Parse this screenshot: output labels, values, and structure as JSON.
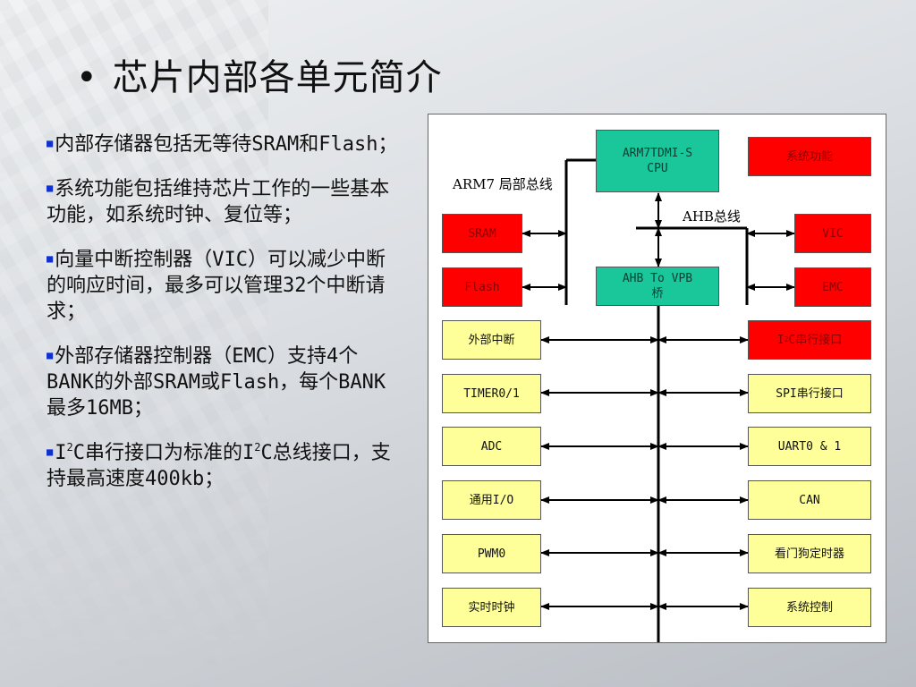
{
  "slide": {
    "bullet_symbol": "•",
    "title": "芯片内部各单元简介"
  },
  "bullets": [
    {
      "text": "内部存储器包括无等待SRAM和Flash；"
    },
    {
      "text": "系统功能包括维持芯片工作的一些基本功能，如系统时钟、复位等；"
    },
    {
      "text": "向量中断控制器（VIC）可以减少中断的响应时间，最多可以管理32个中断请求；"
    },
    {
      "text": "外部存储器控制器（EMC）支持4个BANK的外部SRAM或Flash，每个BANK最多16MB；"
    },
    {
      "pre": "I",
      "sup": "2",
      "mid": "C串行接口为标准的I",
      "sup2": "2",
      "post": "C总线接口，支持最高速度400kb；"
    }
  ],
  "colors": {
    "red": "#ff0000",
    "green": "#19c79b",
    "yellow": "#ffff99",
    "bullet_mark": "#1030d0"
  },
  "diagram": {
    "labels": {
      "local_bus": "ARM7 局部总线",
      "ahb_bus": "AHB总线"
    },
    "cpu": {
      "line1": "ARM7TDMI-S",
      "line2": "CPU"
    },
    "bridge": {
      "line1": "AHB To VPB",
      "line2": "桥"
    },
    "sram": "SRAM",
    "flash": "Flash",
    "system_functions": "系统功能",
    "vic": "VIC",
    "emc": "EMC",
    "left_peripherals": [
      "外部中断",
      "TIMER0/1",
      "ADC",
      "通用I/O",
      "PWM0",
      "实时时钟"
    ],
    "right_peripherals": [
      {
        "pre": "I",
        "sup": "2",
        "post": "C串行接口"
      },
      {
        "text": "SPI串行接口"
      },
      {
        "text": "UART0 & 1"
      },
      {
        "text": "CAN"
      },
      {
        "text": "看门狗定时器"
      },
      {
        "text": "系统控制"
      }
    ]
  }
}
